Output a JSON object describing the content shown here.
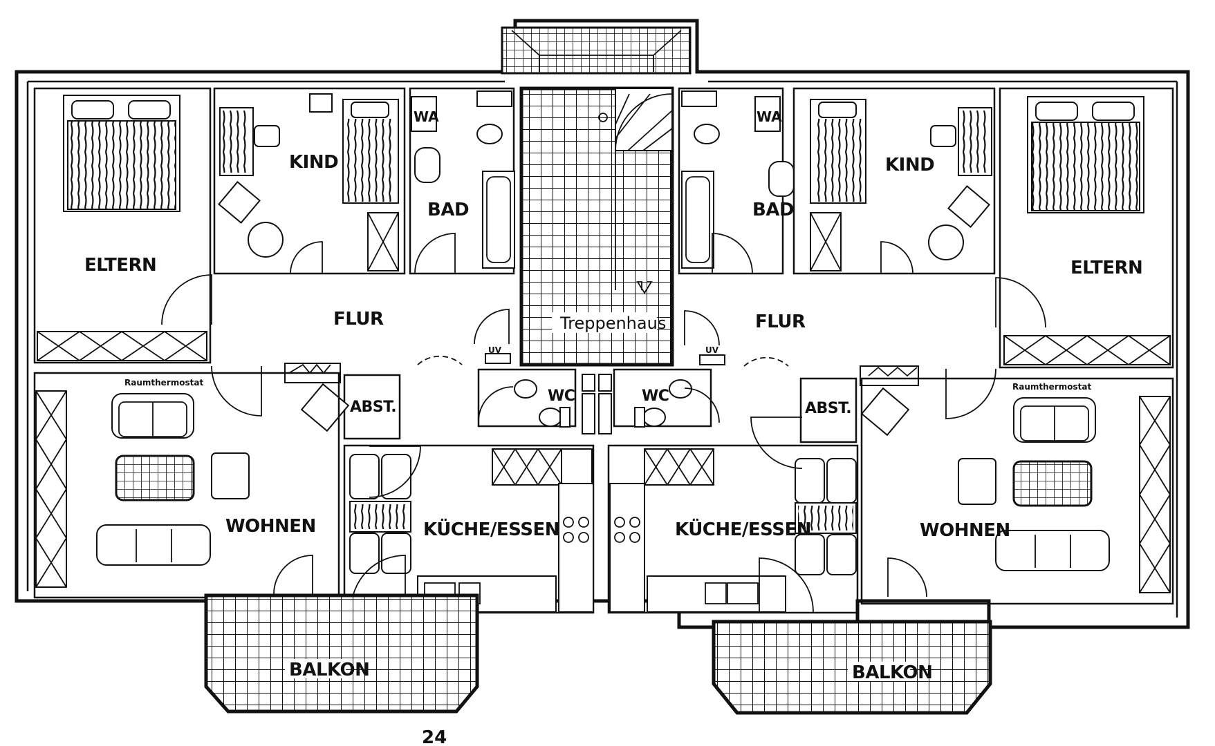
{
  "plan": {
    "left_unit": {
      "eltern": "ELTERN",
      "kind": "KIND",
      "bad": "BAD",
      "wa": "WA",
      "flur": "FLUR",
      "wc": "WC",
      "abst": "ABST.",
      "wohnen": "WOHNEN",
      "kueche": "KÜCHE/ESSEN",
      "balkon": "BALKON",
      "thermostat": "Raumthermostat",
      "uv": "UV"
    },
    "right_unit": {
      "eltern": "ELTERN",
      "kind": "KIND",
      "bad": "BAD",
      "wa": "WA",
      "flur": "FLUR",
      "wc": "WC",
      "abst": "ABST.",
      "wohnen": "WOHNEN",
      "kueche": "KÜCHE/ESSEN",
      "balkon": "BALKON",
      "thermostat": "Raumthermostat",
      "uv": "UV"
    },
    "stairwell": "Treppenhaus",
    "page_number": "24"
  }
}
